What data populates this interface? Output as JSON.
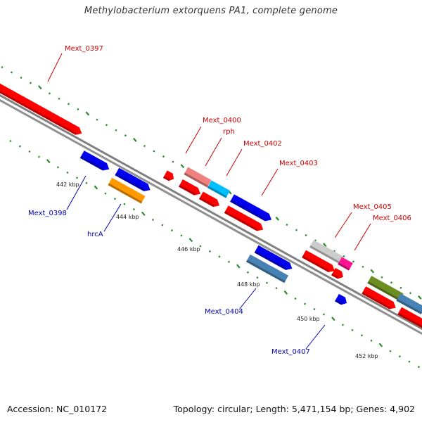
{
  "title": "Methylobacterium extorquens PA1, complete genome",
  "footer": {
    "accession": "Accession: NC_010172",
    "summary": "Topology: circular; Length: 5,471,154 bp; Genes: 4,902"
  },
  "colors": {
    "backbone": "#808080",
    "dots": "#2a8a2a",
    "top_label": "#cc0000",
    "bottom_label": "#0000aa"
  },
  "ticks": [
    "442 kbp",
    "444 kbp",
    "446 kbp",
    "448 kbp",
    "450 kbp",
    "452 kbp"
  ],
  "genes": [
    {
      "id": "g0397",
      "color": "#ff0000",
      "label": "Mext_0397",
      "side": "top"
    },
    {
      "id": "g0398",
      "color": "#0000ee",
      "label": "Mext_0398",
      "side": "bottom"
    },
    {
      "id": "gb2",
      "color": "#0000ee",
      "label": "",
      "side": ""
    },
    {
      "id": "ghrcA",
      "color": "#ff9900",
      "label": "hrcA",
      "side": "bottom"
    },
    {
      "id": "gs1",
      "color": "#ff0000",
      "label": "",
      "side": ""
    },
    {
      "id": "g0400",
      "color": "#f08080",
      "label": "Mext_0400",
      "side": "top"
    },
    {
      "id": "grph",
      "color": "#00bfff",
      "label": "rph",
      "side": "top"
    },
    {
      "id": "gr1",
      "color": "#ff0000",
      "label": "",
      "side": ""
    },
    {
      "id": "gr2",
      "color": "#ff0000",
      "label": "",
      "side": ""
    },
    {
      "id": "g0402",
      "color": "#0000ee",
      "label": "Mext_0402",
      "side": "top"
    },
    {
      "id": "g0403",
      "color": "#ff0000",
      "label": "Mext_0403",
      "side": "top"
    },
    {
      "id": "gb3",
      "color": "#0000ee",
      "label": "",
      "side": ""
    },
    {
      "id": "g0404",
      "color": "#4682b4",
      "label": "Mext_0404",
      "side": "bottom"
    },
    {
      "id": "g0405",
      "color": "#cccccc",
      "label": "Mext_0405",
      "side": "top"
    },
    {
      "id": "g0406",
      "color": "#ff1493",
      "label": "Mext_0406",
      "side": "top"
    },
    {
      "id": "gr3",
      "color": "#ff0000",
      "label": "",
      "side": ""
    },
    {
      "id": "gs2",
      "color": "#ff0000",
      "label": "",
      "side": ""
    },
    {
      "id": "g0407",
      "color": "#0000ee",
      "label": "Mext_0407",
      "side": "bottom"
    },
    {
      "id": "golive",
      "color": "#6b8e23",
      "label": "",
      "side": ""
    },
    {
      "id": "gsteel",
      "color": "#4682b4",
      "label": "",
      "side": ""
    },
    {
      "id": "gr4",
      "color": "#ff0000",
      "label": "",
      "side": ""
    },
    {
      "id": "gr5",
      "color": "#ff0000",
      "label": "",
      "side": ""
    }
  ]
}
